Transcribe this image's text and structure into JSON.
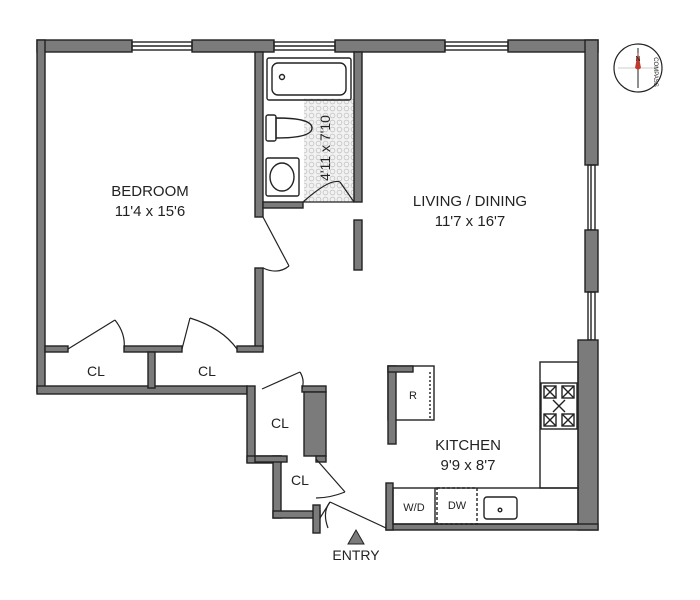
{
  "rooms": {
    "bedroom": {
      "name": "BEDROOM",
      "dims": "11'4 x 15'6"
    },
    "living": {
      "name": "LIVING / DINING",
      "dims": "11'7 x 16'7"
    },
    "kitchen": {
      "name": "KITCHEN",
      "dims": "9'9 x 8'7"
    },
    "bath": {
      "dims": "4'11 x 7'10"
    }
  },
  "closets": {
    "bedroom_left": "CL",
    "bedroom_right": "CL",
    "hall_upper": "CL",
    "hall_lower": "CL"
  },
  "appliances": {
    "refrigerator": "R",
    "washer_dryer": "W/D",
    "dishwasher": "DW"
  },
  "entry": "ENTRY",
  "compass": {
    "north": "N",
    "label": "COMPASS"
  },
  "colors": {
    "wall": "#7b7b7b",
    "outline": "#222222",
    "tile": "#e6e6e6"
  }
}
